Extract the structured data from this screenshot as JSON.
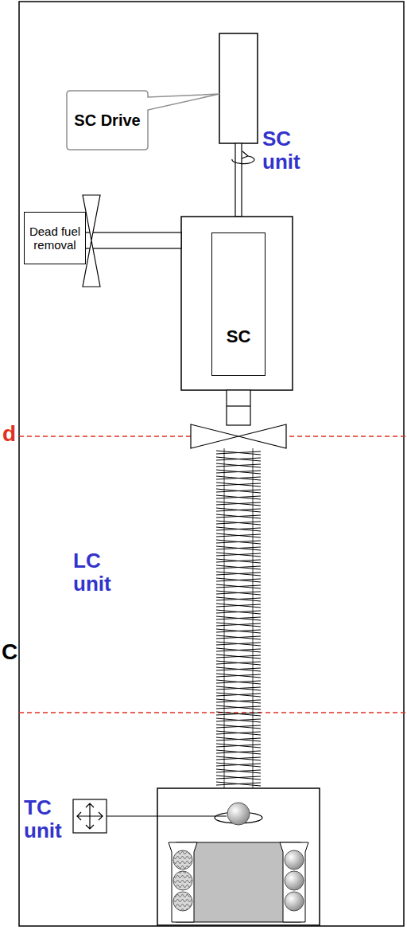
{
  "diagram": {
    "nodes": [
      {
        "text": [
          "SC Drive"
        ]
      },
      {
        "text": [
          "Dead fuel removal"
        ]
      },
      {
        "text": [
          "SC"
        ]
      }
    ],
    "labels": [
      "SC unit",
      "d",
      "LC unit",
      "C",
      "TC unit"
    ]
  }
}
